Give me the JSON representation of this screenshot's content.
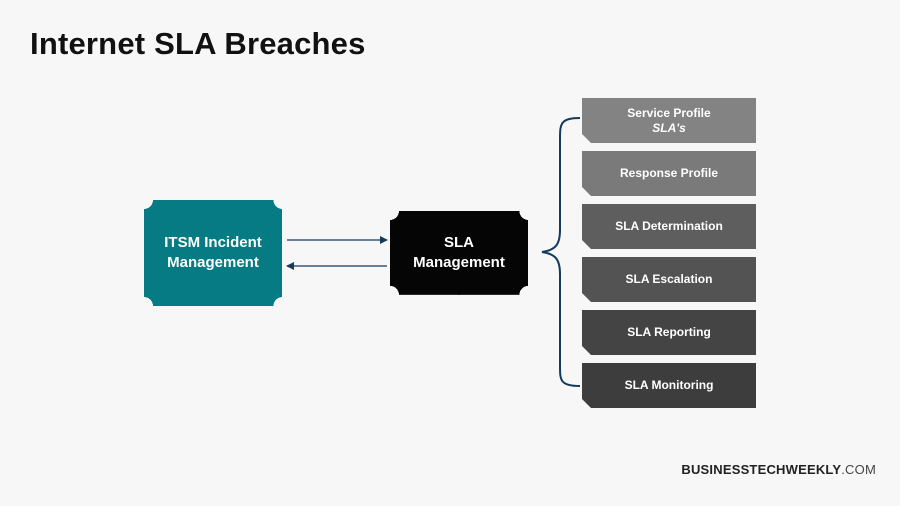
{
  "title": "Internet SLA Breaches",
  "itsm": {
    "line1": "ITSM Incident",
    "line2": "Management",
    "color": "#067b83"
  },
  "sla_management": {
    "line1": "SLA",
    "line2": "Management",
    "color": "#050505"
  },
  "items": [
    {
      "label": "Service Profile",
      "sub": "SLA's",
      "color": "#838383"
    },
    {
      "label": "Response Profile",
      "sub": "",
      "color": "#7a7a7a"
    },
    {
      "label": "SLA Determination",
      "sub": "",
      "color": "#5e5e5e"
    },
    {
      "label": "SLA Escalation",
      "sub": "",
      "color": "#535353"
    },
    {
      "label": "SLA Reporting",
      "sub": "",
      "color": "#444444"
    },
    {
      "label": "SLA Monitoring",
      "sub": "",
      "color": "#3d3d3d"
    }
  ],
  "brand": {
    "bold": "BUSINESSTECHWEEKLY",
    "light": ".COM"
  },
  "colors": {
    "arrow": "#163a5c",
    "brace": "#163a5c",
    "background": "#f7f7f7"
  }
}
